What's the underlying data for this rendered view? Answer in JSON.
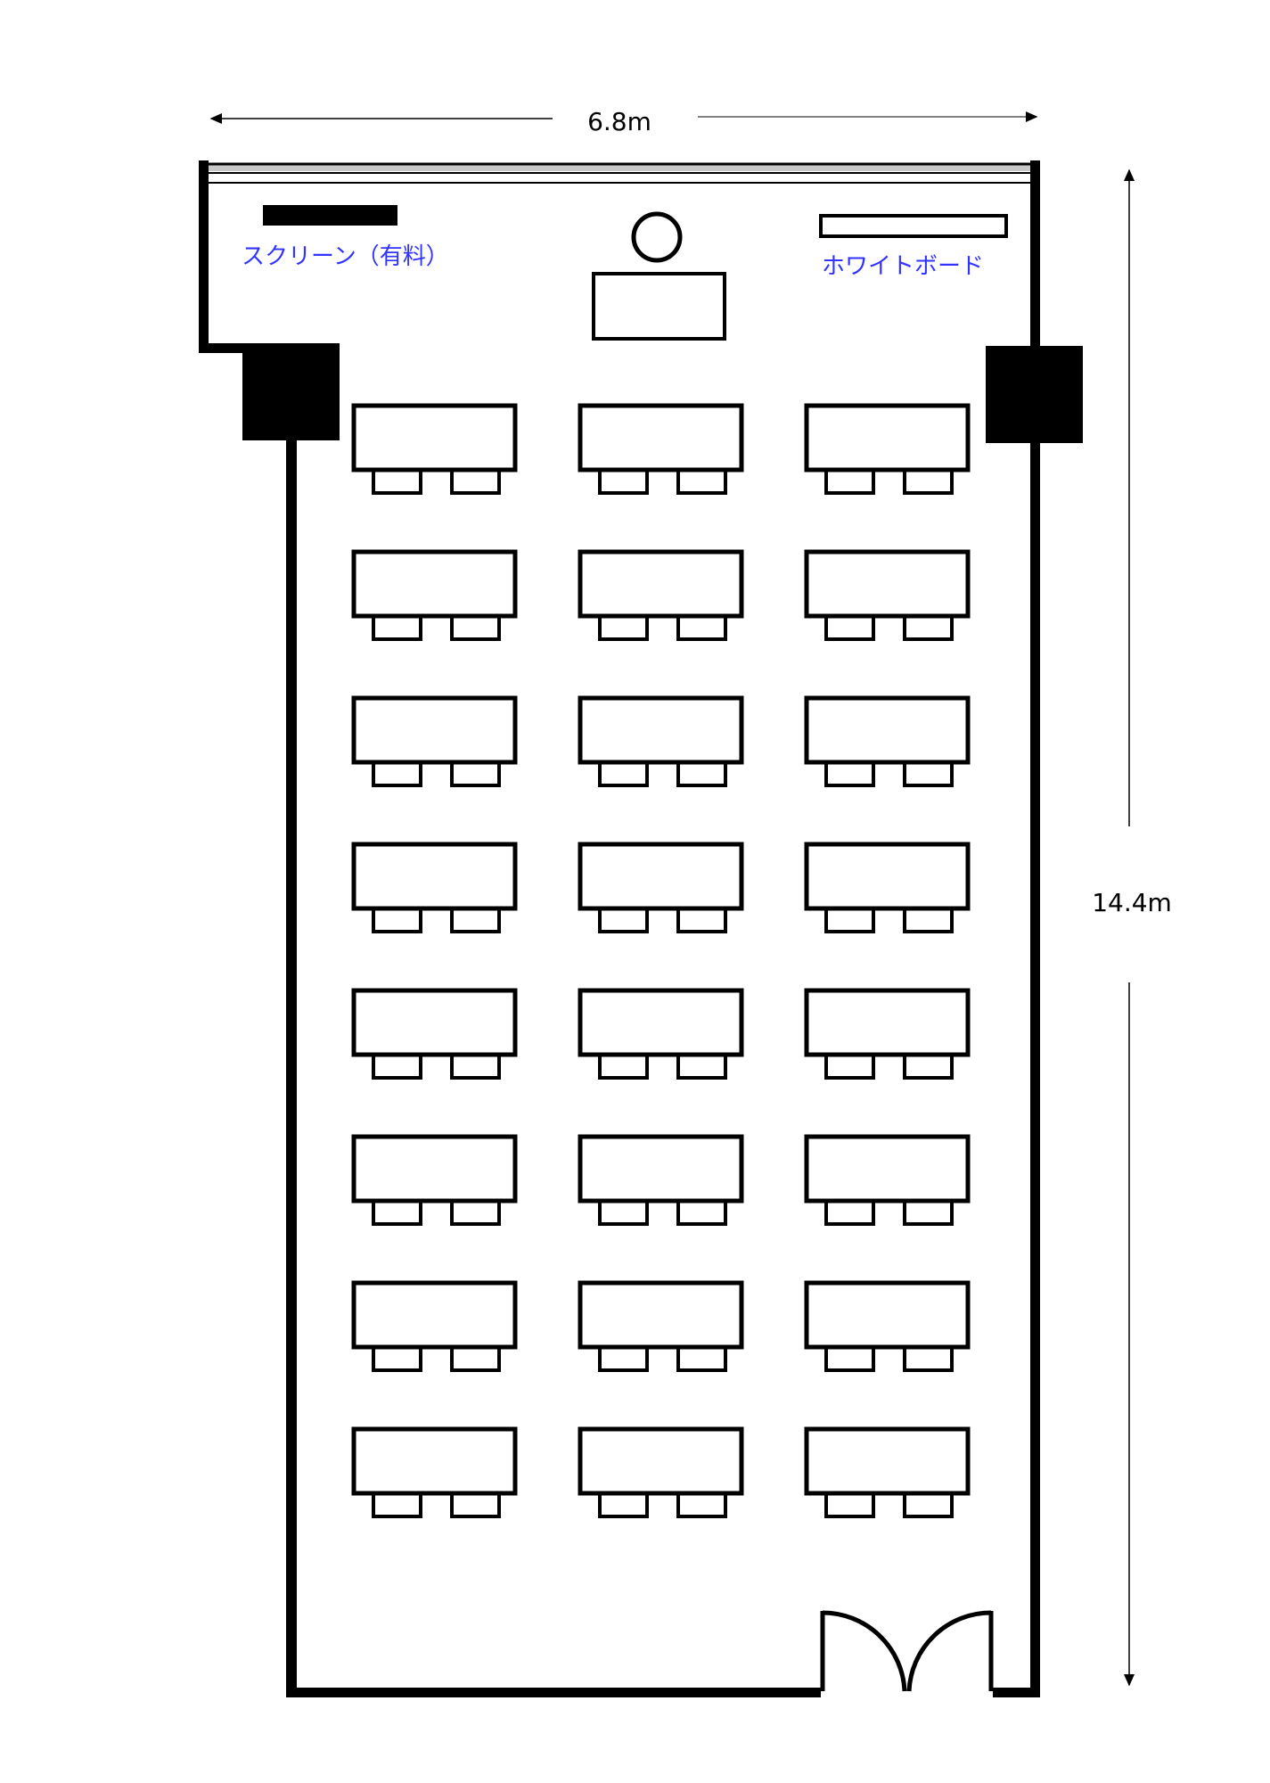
{
  "dimensions": {
    "width_label": "6.8m",
    "height_label": "14.4m"
  },
  "labels": {
    "screen": "スクリーン（有料）",
    "whiteboard": "ホワイトボード"
  },
  "layout": {
    "table_rows": 8,
    "table_columns": 3,
    "chairs_per_table": 2
  },
  "colors": {
    "label": "#3333ff",
    "wall": "#000000",
    "window": "#c8c8c8"
  }
}
